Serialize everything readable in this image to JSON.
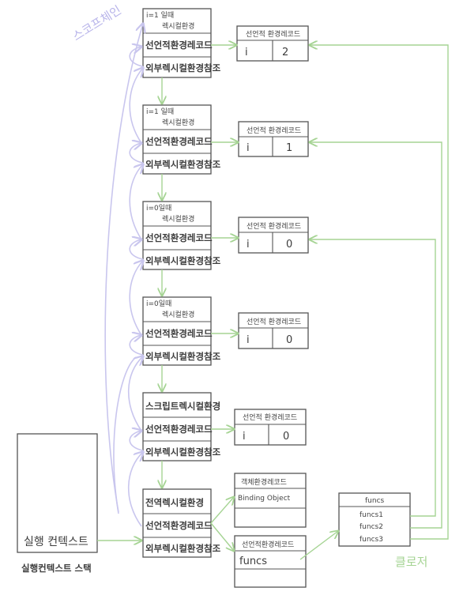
{
  "labels": {
    "scope_chain": "스코프체인",
    "context_stack": "실행컨텍스트 스택",
    "exec_context": "실행 컨텍스트",
    "closure": "클로저",
    "outer_ref": "외부렉시컬환경참조",
    "decl_record": "선언적환경레코드",
    "decl_record_title": "선언적 환경레코드",
    "object_record_title": "객체환경레코드",
    "binding_object": "Binding Object",
    "object_decl_record_title": "선언적환경레코드"
  },
  "contexts": [
    {
      "header_line1": "i=1 일때",
      "header_line2": "렉시컬환경",
      "var_name": "i",
      "var_value": "2"
    },
    {
      "header_line1": "i=1 일때",
      "header_line2": "렉시컬환경",
      "var_name": "i",
      "var_value": "1"
    },
    {
      "header_line1": "i=0일때",
      "header_line2": "렉시컬환경",
      "var_name": "i",
      "var_value": "0"
    },
    {
      "header_line1": "i=0일때",
      "header_line2": "렉시컬환경",
      "var_name": "i",
      "var_value": "0"
    },
    {
      "header_line1": "",
      "header_line2": "",
      "header": "스크립트렉시컬환경",
      "var_name": "i",
      "var_value": "0"
    },
    {
      "header": "전역렉시컬환경"
    }
  ],
  "global_decl": {
    "entry": "funcs"
  },
  "funcs_array": {
    "title": "funcs",
    "items": [
      "funcs1",
      "funcs2",
      "funcs3"
    ]
  },
  "colors": {
    "arrow_green": "#a6d494",
    "arrow_purple": "#c9c6ee",
    "box_stroke": "#555555"
  }
}
